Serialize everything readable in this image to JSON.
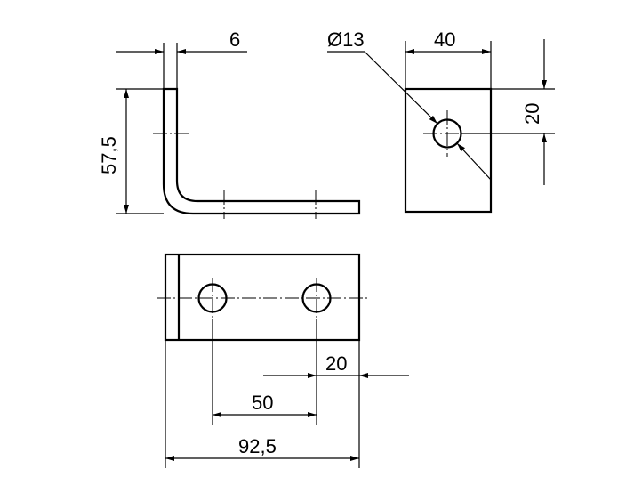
{
  "dimensions": {
    "thickness": "6",
    "height": "57,5",
    "hole_diameter": "Ø13",
    "plate_width": "40",
    "hole_offset_vertical": "20",
    "hole_offset_edge": "20",
    "hole_spacing": "50",
    "total_length": "92,5"
  }
}
